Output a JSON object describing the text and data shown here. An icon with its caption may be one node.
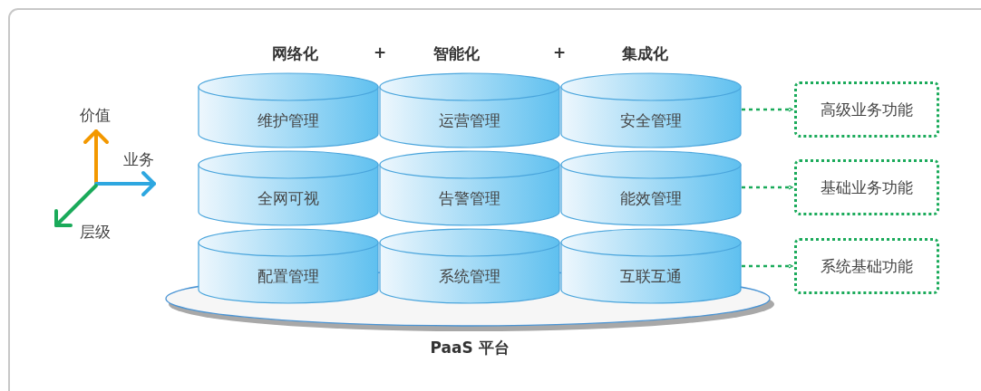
{
  "diagram": {
    "nodes": [
      {
        "text": [
          "PaaS 平台"
        ]
      },
      {
        "text": [
          "维护管理"
        ]
      },
      {
        "text": [
          "运营管理"
        ]
      },
      {
        "text": [
          "安全管理"
        ]
      },
      {
        "text": [
          "全网可视"
        ]
      },
      {
        "text": [
          "告警管理"
        ]
      },
      {
        "text": [
          "能效管理"
        ]
      },
      {
        "text": [
          "配置管理"
        ]
      },
      {
        "text": [
          "系统管理"
        ]
      },
      {
        "text": [
          "互联互通"
        ]
      },
      {
        "text": [
          "高级业务功能"
        ]
      },
      {
        "text": [
          "基础业务功能"
        ]
      },
      {
        "text": [
          "系统基础功能"
        ]
      }
    ],
    "edges": [
      {
        "from": 3,
        "to": 10,
        "arrow": "to",
        "style": "dashed",
        "color": "#1aaa5a"
      },
      {
        "from": 6,
        "to": 11,
        "arrow": "to",
        "style": "dashed",
        "color": "#1aaa5a"
      },
      {
        "from": 9,
        "to": 12,
        "arrow": "to",
        "style": "dashed",
        "color": "#1aaa5a"
      }
    ],
    "labels": [
      "网络化",
      "+",
      "智能化",
      "+",
      "集成化",
      "价值",
      "业务",
      "层级"
    ]
  }
}
